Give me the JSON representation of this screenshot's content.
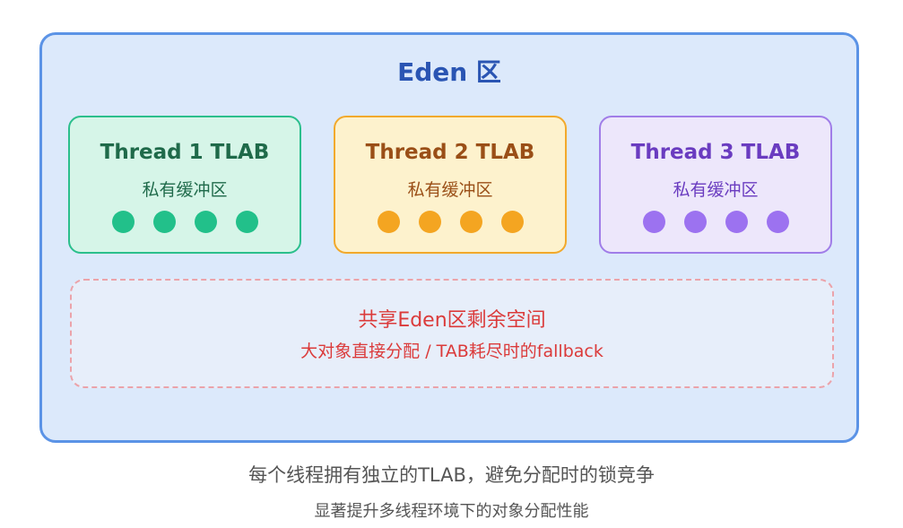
{
  "eden": {
    "title": "Eden 区"
  },
  "tlabs": [
    {
      "title": "Thread 1 TLAB",
      "subtitle": "私有缓冲区",
      "border_color": "#2bbf8c",
      "bg_color": "#d6f5e8",
      "title_color": "#1f6a4a",
      "dot_color": "#22c08a",
      "dot_count": 4
    },
    {
      "title": "Thread 2 TLAB",
      "subtitle": "私有缓冲区",
      "border_color": "#f2a92b",
      "bg_color": "#fdf2cd",
      "title_color": "#9a4f17",
      "dot_color": "#f4a521",
      "dot_count": 4
    },
    {
      "title": "Thread 3 TLAB",
      "subtitle": "私有缓冲区",
      "border_color": "#a07de8",
      "bg_color": "#ede7fb",
      "title_color": "#6a3cc0",
      "dot_color": "#9c72f0",
      "dot_count": 4
    }
  ],
  "shared": {
    "title": "共享Eden区剩余空间",
    "subtitle": "大对象直接分配 / TAB耗尽时的fallback"
  },
  "captions": {
    "line1": "每个线程拥有独立的TLAB，避免分配时的锁竞争",
    "line2": "显著提升多线程环境下的对象分配性能"
  }
}
